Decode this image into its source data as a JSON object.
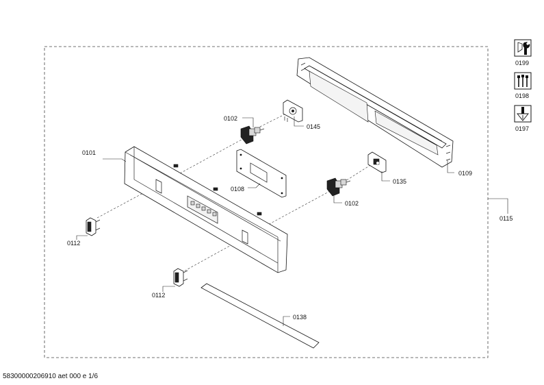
{
  "labels": {
    "l0101": "0101",
    "l0102a": "0102",
    "l0102b": "0102",
    "l0108": "0108",
    "l0109": "0109",
    "l0112a": "0112",
    "l0112b": "0112",
    "l0115": "0115",
    "l0135": "0135",
    "l0138": "0138",
    "l0145": "0145"
  },
  "service_icons": [
    {
      "code": "0199",
      "icon": "wrench-icon"
    },
    {
      "code": "0198",
      "icon": "screws-icon"
    },
    {
      "code": "0197",
      "icon": "lubricant-icon"
    }
  ],
  "footer": "58300000206910 aet 000 e 1/6"
}
